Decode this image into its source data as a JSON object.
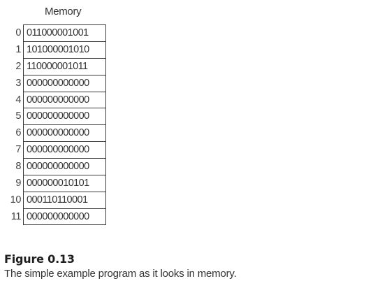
{
  "memory": {
    "title": "Memory",
    "rows": [
      {
        "address": "0",
        "value": "011000001001"
      },
      {
        "address": "1",
        "value": "101000001010"
      },
      {
        "address": "2",
        "value": "110000001011"
      },
      {
        "address": "3",
        "value": "000000000000"
      },
      {
        "address": "4",
        "value": "000000000000"
      },
      {
        "address": "5",
        "value": "000000000000"
      },
      {
        "address": "6",
        "value": "000000000000"
      },
      {
        "address": "7",
        "value": "000000000000"
      },
      {
        "address": "8",
        "value": "000000000000"
      },
      {
        "address": "9",
        "value": "000000010101"
      },
      {
        "address": "10",
        "value": "000110110001"
      },
      {
        "address": "11",
        "value": "000000000000"
      }
    ]
  },
  "figure": {
    "label": "Figure 0.13",
    "caption": "The simple example program as it looks in memory."
  }
}
